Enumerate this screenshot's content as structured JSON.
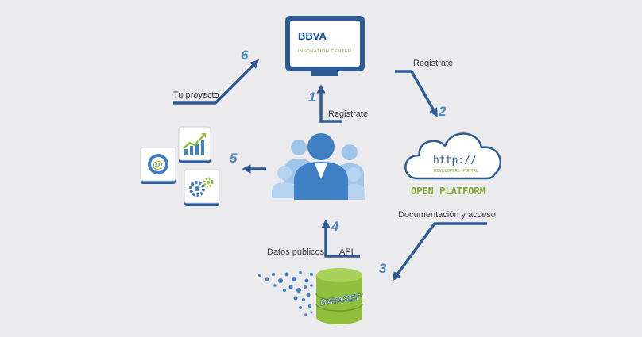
{
  "labels": {
    "registrate_top": "Registrate",
    "registrate_center": "Registrate",
    "tu_proyecto": "Tu proyecto",
    "documentacion": "Documentación y acceso",
    "datos_publicos": "Datos públicos",
    "api": "API"
  },
  "steps": [
    "1",
    "2",
    "3",
    "4",
    "5",
    "6"
  ],
  "bbva": {
    "logo": "BBVA",
    "subtitle": "INNOVATION CENTER"
  },
  "portal": {
    "url": "http://",
    "subtitle": "DEVELOPERS PORTAL",
    "title": "OPEN PLATFORM"
  },
  "dataset": "DATASET",
  "colors": {
    "arrow": "#2d5b94",
    "accent_blue": "#4a86c6",
    "green": "#8fbf3d",
    "background": "#ebebee"
  },
  "icons": [
    "at-icon",
    "growth-chart-icon",
    "gears-icon",
    "people-icon",
    "cloud-icon",
    "monitor-icon",
    "dataset-cylinder-icon"
  ]
}
